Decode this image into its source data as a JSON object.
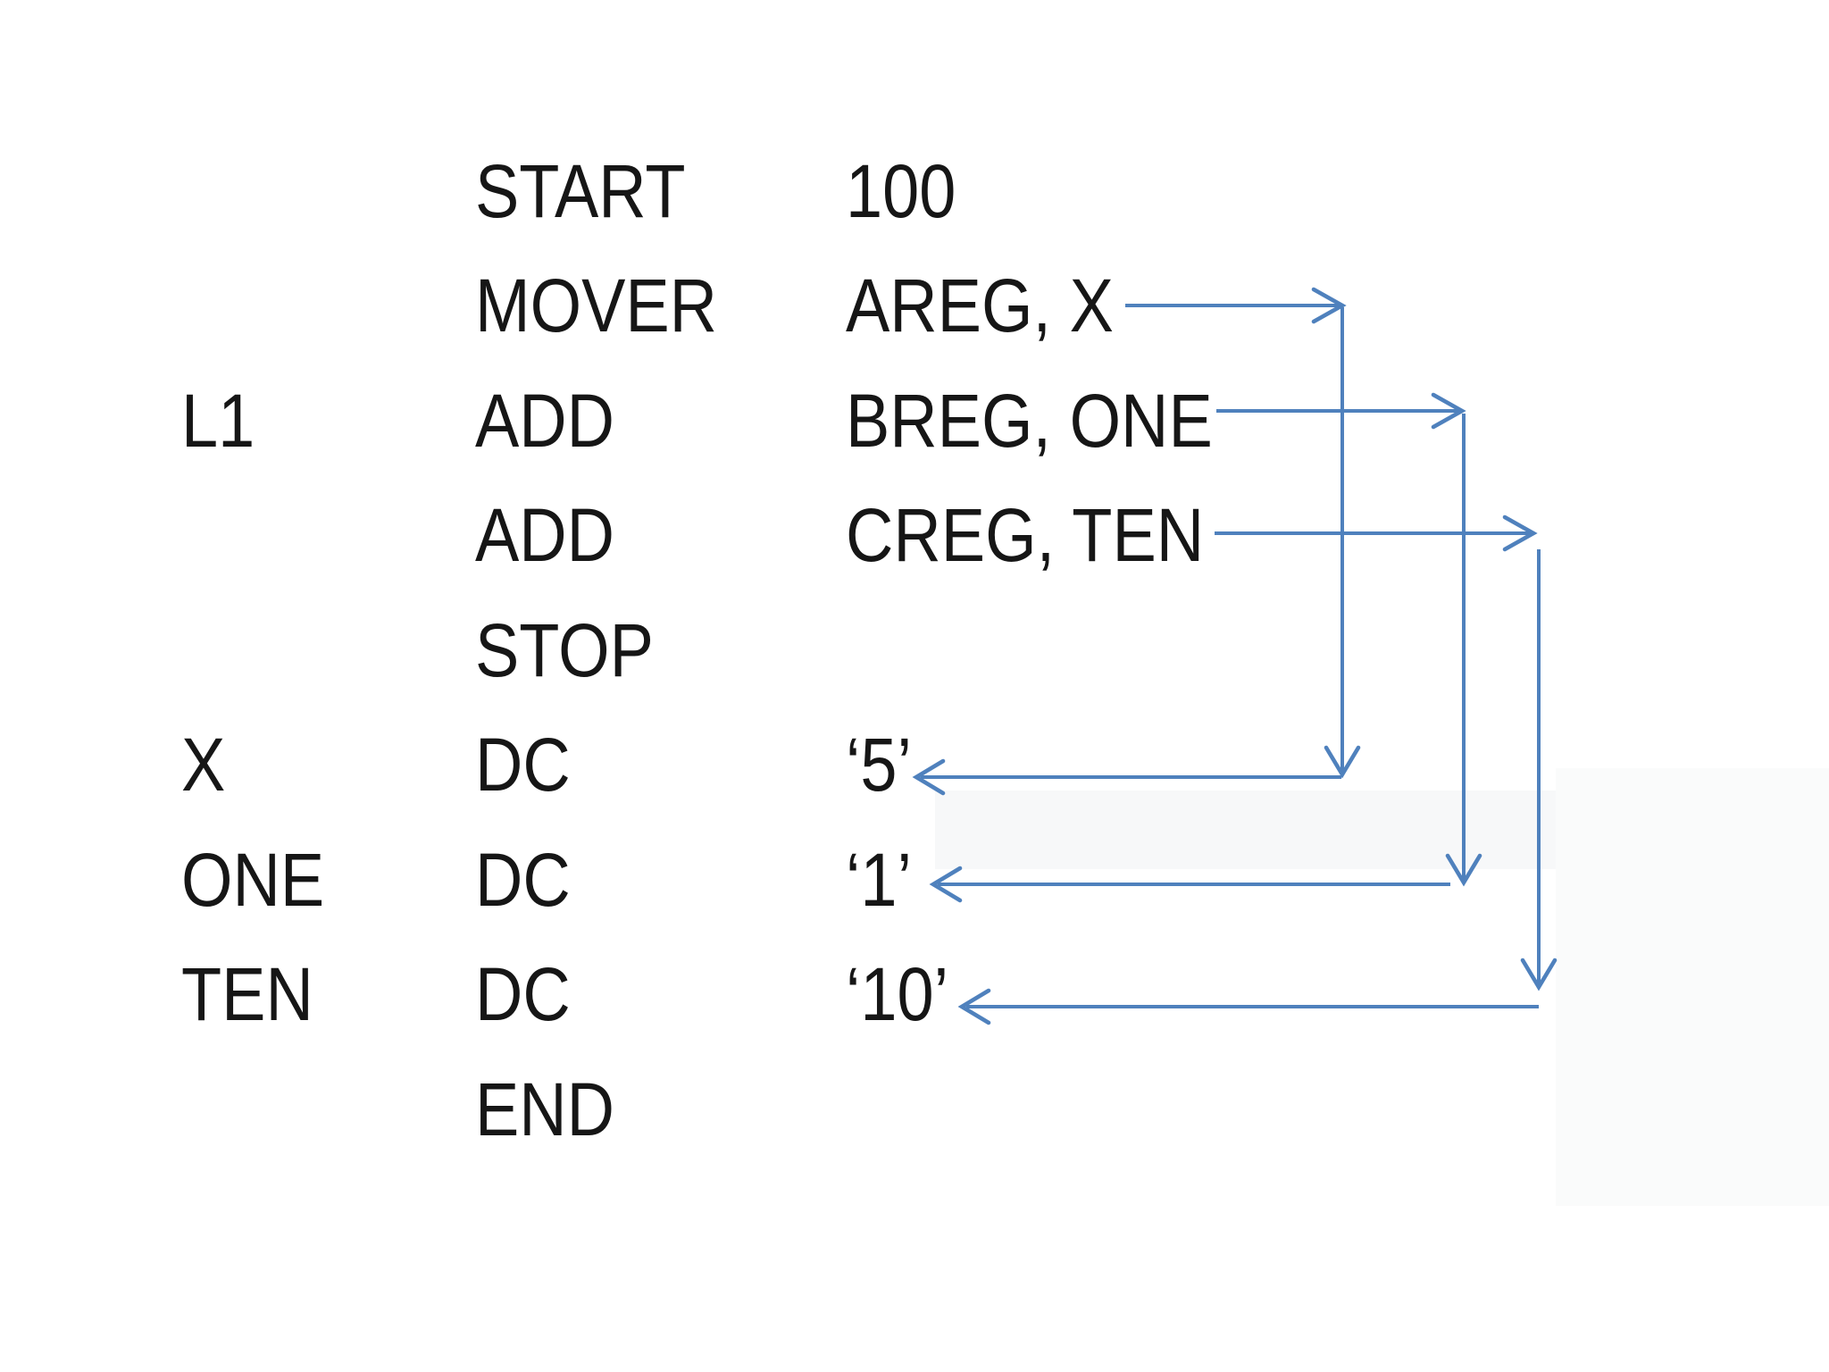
{
  "slide": {
    "background": "#ffffff",
    "text_color": "#161616",
    "arrow_color": "#4f81bd",
    "faint_panel_color": "#f7f8f9"
  },
  "program": {
    "rows": [
      {
        "label": "",
        "opcode": "START",
        "operand": "100"
      },
      {
        "label": "",
        "opcode": "MOVER",
        "operand": "AREG, X"
      },
      {
        "label": "L1",
        "opcode": "ADD",
        "operand": "BREG, ONE"
      },
      {
        "label": "",
        "opcode": "ADD",
        "operand": "CREG, TEN"
      },
      {
        "label": "",
        "opcode": "STOP",
        "operand": ""
      },
      {
        "label": "X",
        "opcode": "DC",
        "operand": "‘5’"
      },
      {
        "label": "ONE",
        "opcode": "DC",
        "operand": "‘1’"
      },
      {
        "label": "TEN",
        "opcode": "DC",
        "operand": "‘10’"
      },
      {
        "label": "",
        "opcode": "END",
        "operand": ""
      }
    ]
  },
  "arrows": [
    {
      "name": "arrow-x-to-dc5",
      "from": "AREG, X operand",
      "to": "DC ‘5’"
    },
    {
      "name": "arrow-one-to-dc1",
      "from": "BREG, ONE operand",
      "to": "DC ‘1’"
    },
    {
      "name": "arrow-ten-to-dc10",
      "from": "CREG, TEN operand",
      "to": "DC ‘10’"
    }
  ]
}
